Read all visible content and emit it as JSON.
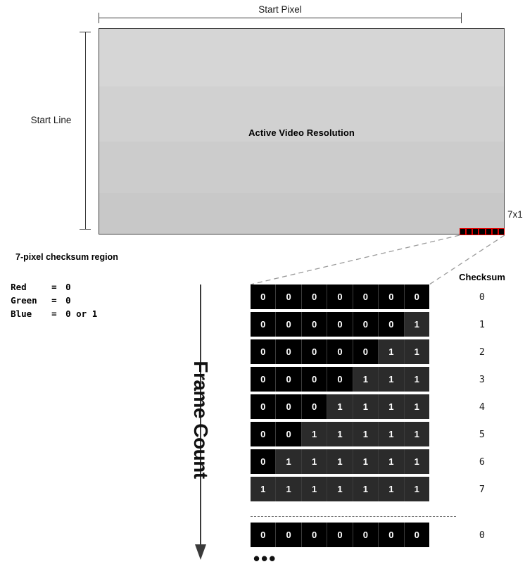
{
  "diagram": {
    "frame": {
      "label": "Active Video Resolution",
      "start_pixel_label": "Start Pixel",
      "start_line_label": "Start Line",
      "checksum_region_size": "7x1",
      "checksum_region_cells": 7,
      "checksum_region_color": "#e00000",
      "frame_fill_color": "#d1d1d1",
      "frame_border_color": "#404040"
    },
    "legend": {
      "title": "7-pixel checksum region",
      "rows": [
        {
          "channel": "Red",
          "eq": "=",
          "value": "0"
        },
        {
          "channel": "Green",
          "eq": "=",
          "value": "0"
        },
        {
          "channel": "Blue",
          "eq": "=",
          "value": "0 or 1"
        }
      ]
    },
    "frame_count_axis": {
      "label": "Frame Count",
      "direction": "down"
    },
    "checksum_table": {
      "column_header": "Checksum",
      "bits_per_row": 7,
      "bit_zero_color": "#000000",
      "bit_one_color": "#2b2b2b",
      "rows": [
        {
          "bits": [
            "0",
            "0",
            "0",
            "0",
            "0",
            "0",
            "0"
          ],
          "checksum": "0"
        },
        {
          "bits": [
            "0",
            "0",
            "0",
            "0",
            "0",
            "0",
            "1"
          ],
          "checksum": "1"
        },
        {
          "bits": [
            "0",
            "0",
            "0",
            "0",
            "0",
            "1",
            "1"
          ],
          "checksum": "2"
        },
        {
          "bits": [
            "0",
            "0",
            "0",
            "0",
            "1",
            "1",
            "1"
          ],
          "checksum": "3"
        },
        {
          "bits": [
            "0",
            "0",
            "0",
            "1",
            "1",
            "1",
            "1"
          ],
          "checksum": "4"
        },
        {
          "bits": [
            "0",
            "0",
            "1",
            "1",
            "1",
            "1",
            "1"
          ],
          "checksum": "5"
        },
        {
          "bits": [
            "0",
            "1",
            "1",
            "1",
            "1",
            "1",
            "1"
          ],
          "checksum": "6"
        },
        {
          "bits": [
            "1",
            "1",
            "1",
            "1",
            "1",
            "1",
            "1"
          ],
          "checksum": "7"
        }
      ],
      "wrap_row": {
        "bits": [
          "0",
          "0",
          "0",
          "0",
          "0",
          "0",
          "0"
        ],
        "checksum": "0"
      },
      "continuation": "•••"
    }
  }
}
